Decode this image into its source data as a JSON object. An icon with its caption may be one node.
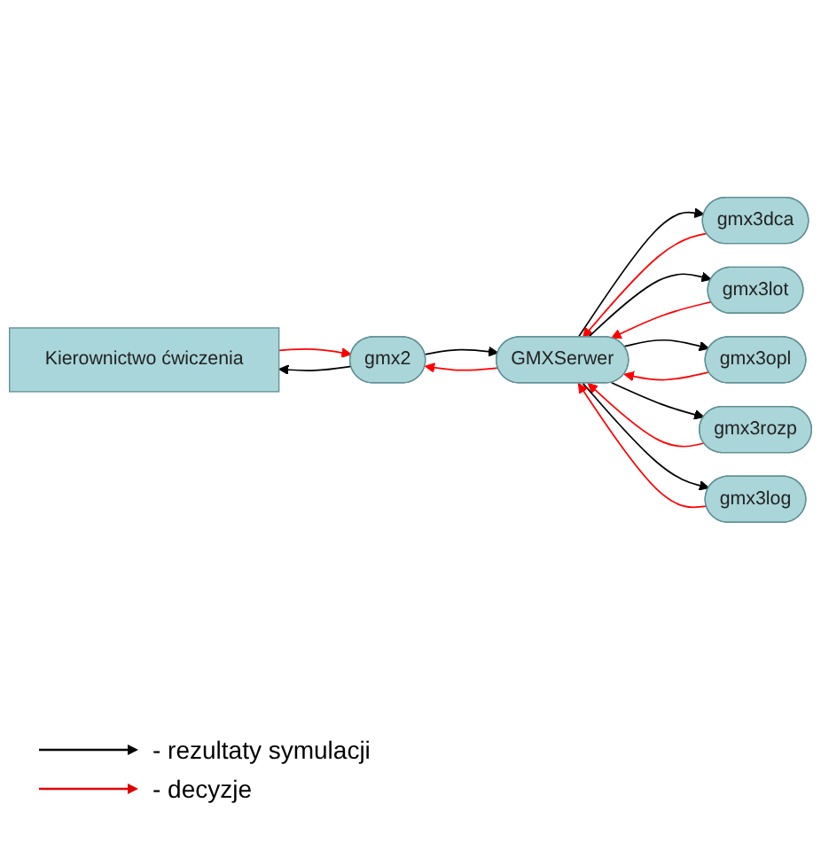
{
  "diagram": {
    "nodes": [
      {
        "text": [
          "Kierownictwo ćwiczenia"
        ]
      },
      {
        "text": [
          "gmx2"
        ]
      },
      {
        "text": [
          "GMXSerwer"
        ]
      },
      {
        "text": [
          "gmx3dca"
        ]
      },
      {
        "text": [
          "gmx3lot"
        ]
      },
      {
        "text": [
          "gmx3opl"
        ]
      },
      {
        "text": [
          "gmx3rozp"
        ]
      },
      {
        "text": [
          "gmx3log"
        ]
      }
    ],
    "edges": [
      {
        "from": 1,
        "to": 0,
        "arrow": "to"
      },
      {
        "from": 0,
        "to": 1,
        "arrow": "to",
        "color": "#ff0000"
      },
      {
        "from": 2,
        "to": 1,
        "arrow": "to",
        "color": "#ff0000"
      },
      {
        "from": 1,
        "to": 2,
        "arrow": "to"
      },
      {
        "from": 2,
        "to": 3,
        "arrow": "to"
      },
      {
        "from": 3,
        "to": 2,
        "arrow": "to",
        "color": "#ff0000"
      },
      {
        "from": 2,
        "to": 4,
        "arrow": "to"
      },
      {
        "from": 4,
        "to": 2,
        "arrow": "to",
        "color": "#ff0000"
      },
      {
        "from": 2,
        "to": 5,
        "arrow": "to"
      },
      {
        "from": 5,
        "to": 2,
        "arrow": "to",
        "color": "#ff0000"
      },
      {
        "from": 2,
        "to": 6,
        "arrow": "to"
      },
      {
        "from": 6,
        "to": 2,
        "arrow": "to",
        "color": "#ff0000"
      },
      {
        "from": 2,
        "to": 7,
        "arrow": "to"
      },
      {
        "from": 7,
        "to": 2,
        "arrow": "to",
        "color": "#ff0000"
      }
    ],
    "legend": [
      {
        "text": "- rezultaty symulacji"
      },
      {
        "text": "- decyzje"
      }
    ]
  }
}
